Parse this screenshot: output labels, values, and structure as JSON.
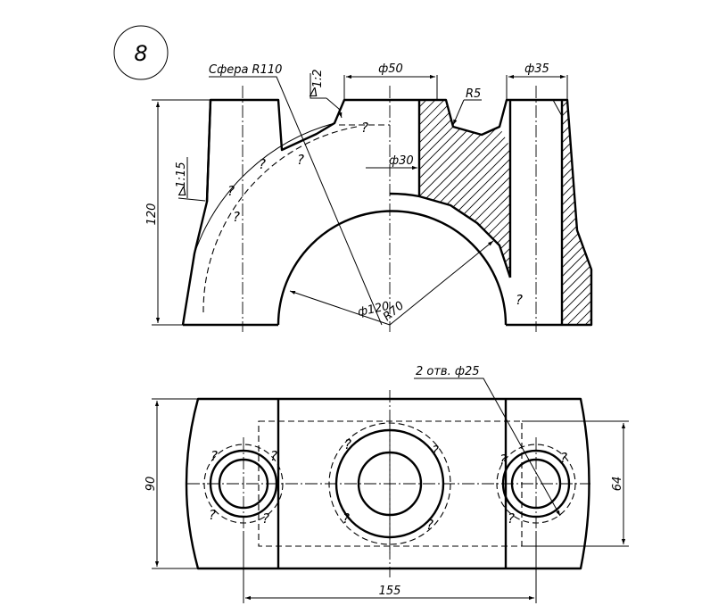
{
  "problem_number": "8",
  "labels": {
    "sphere": "Сфера R110",
    "taper_top": "1:2",
    "taper_side": "1:15",
    "delta": "Δ",
    "d50": "ф50",
    "d35": "ф35",
    "r5": "R5",
    "d30": "ф30",
    "d120": "ф120",
    "r70": "R70",
    "h120": "120",
    "w90": "90",
    "w64": "64",
    "l155": "155",
    "holes": "2 отв. ф25"
  },
  "unknown_mark": "?"
}
